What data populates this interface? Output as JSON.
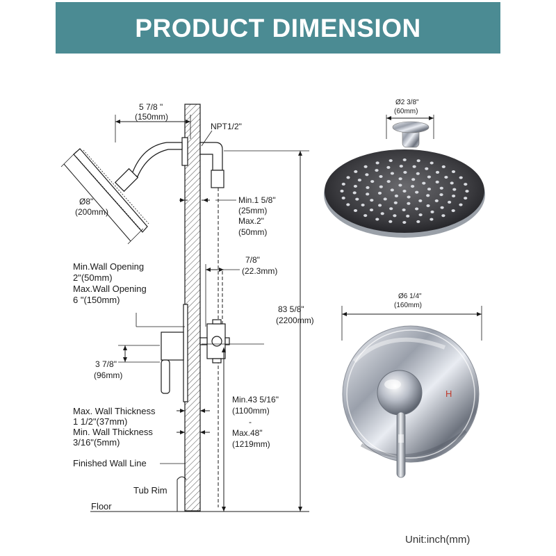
{
  "banner": {
    "title": "PRODUCT DIMENSION",
    "color": "#4b8b93"
  },
  "labels": {
    "arm_reach": "5 7/8 \"",
    "arm_reach_mm": "(150mm)",
    "npt": "NPT1/2\"",
    "head_dia": "Ø8\"",
    "head_dia_mm": "(200mm)",
    "flange_min": "Min.1 5/8\"",
    "flange_min_mm": "(25mm)",
    "flange_max": "Max.2\"",
    "flange_max_mm": "(50mm)",
    "valve_depth": "7/8\"",
    "valve_depth_mm": "(22.3mm)",
    "min_wall_opening": "Min.Wall Opening",
    "min_wall_opening_val": "2\"(50mm)",
    "max_wall_opening": "Max.Wall Opening",
    "max_wall_opening_val": "6 \"(150mm)",
    "total_height": "83 5/8\"",
    "total_height_mm": "(2200mm)",
    "handle_len": "3 7/8\"",
    "handle_len_mm": "(96mm)",
    "max_wall_thickness": "Max. Wall Thickness",
    "max_wall_thickness_val": "1 1/2\"(37mm)",
    "min_wall_thickness": "Min. Wall Thickness",
    "min_wall_thickness_val": "3/16\"(5mm)",
    "valve_height_min": "Min.43 5/16\"",
    "valve_height_min_mm": "(1100mm)",
    "valve_height_dash": "-",
    "valve_height_max": "Max.48\"",
    "valve_height_max_mm": "(1219mm)",
    "finished_wall_line": "Finished Wall Line",
    "tub_rim": "Tub Rim",
    "floor": "Floor",
    "flange_dia": "Ø2 3/8\"",
    "flange_dia_mm": "(60mm)",
    "trim_dia": "Ø6 1/4\"",
    "trim_dia_mm": "(160mm)",
    "hot_mark": "H",
    "unit": "Unit:inch(mm)"
  },
  "colors": {
    "hot_mark": "#c0392b",
    "line": "#1a1a1a"
  }
}
